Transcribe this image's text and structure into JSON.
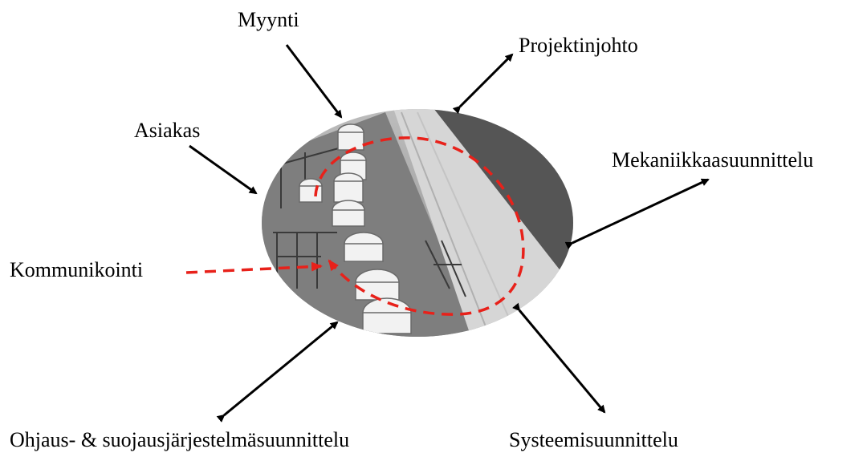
{
  "labels": {
    "myynti": "Myynti",
    "projektinjohto": "Projektinjohto",
    "asiakas": "Asiakas",
    "mekaniikka": "Mekaniikkaasuunnittelu",
    "kommunikointi": "Kommunikointi",
    "ohjaus": "Ohjaus- & suojausjärjestelmäsuunnittelu",
    "systeemi": "Systeemisuunnittelu"
  },
  "colors": {
    "arrow": "#000000",
    "communication": "#e8211a"
  },
  "image": {
    "description_icon": "substation-photo-icon"
  }
}
